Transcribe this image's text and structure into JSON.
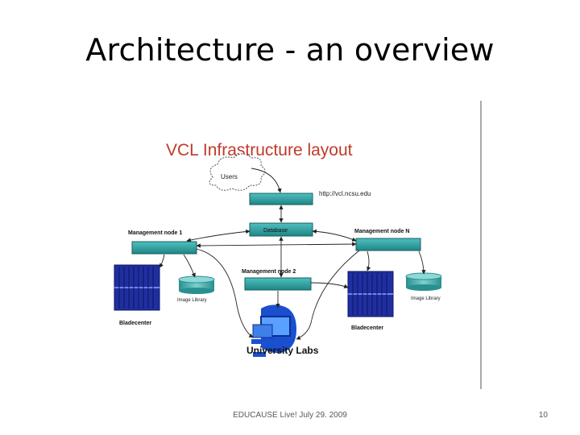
{
  "slide": {
    "title": "Architecture - an overview",
    "footer": "EDUCAUSE Live!   July 29. 2009",
    "page_number": "10"
  },
  "diagram": {
    "title": "VCL Infrastructure layout",
    "users": "Users",
    "url": "http://vcl.ncsu.edu",
    "database": "Database",
    "mgmt_node_1": "Management node 1",
    "mgmt_node_2": "Management node 2",
    "mgmt_node_n": "Management node N",
    "image_library_left": "Image Library",
    "image_library_right": "Image Library",
    "bladecenter_left": "Bladecenter",
    "bladecenter_right": "Bladecenter",
    "university_labs": "University Labs",
    "colors": {
      "title_red": "#c0392b",
      "server_teal": "#2a9d9d",
      "blade_blue": "#1f2fa0",
      "storage_teal": "#4fb3b3",
      "labs_blue": "#1a4fd0"
    }
  }
}
